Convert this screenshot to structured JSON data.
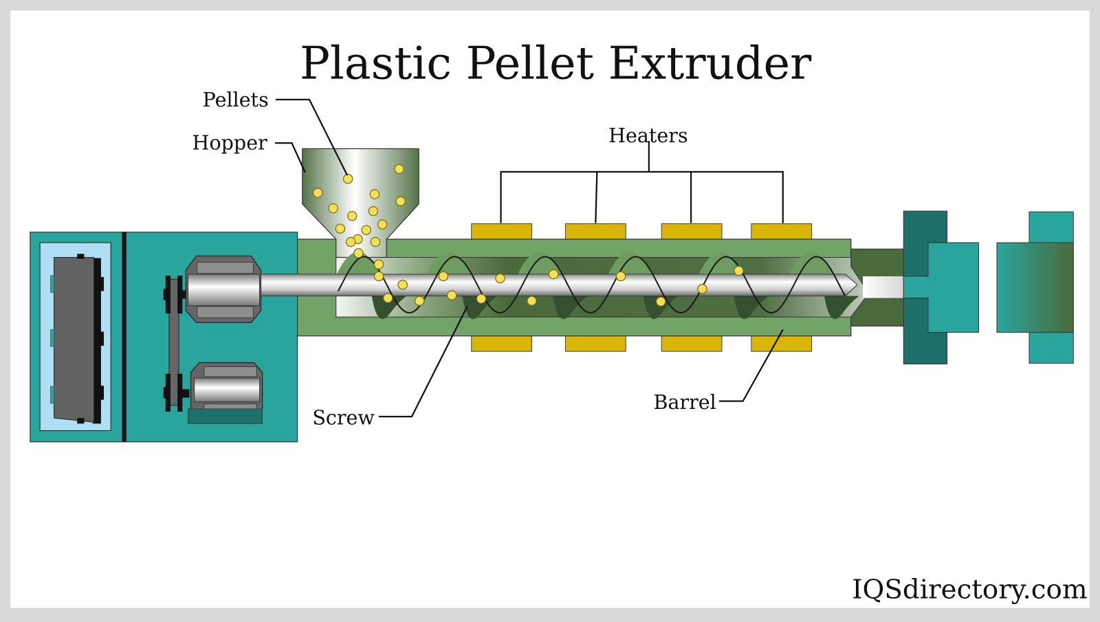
{
  "title": "Plastic Pellet Extruder",
  "labels": {
    "pellets": "Pellets",
    "hopper": "Hopper",
    "heaters": "Heaters",
    "screw": "Screw",
    "barrel": "Barrel"
  },
  "brand": "IQSdirectory.com",
  "colors": {
    "background_frame": "#d9d9d9",
    "canvas": "#ffffff",
    "teal": "#2aa59e",
    "dark_teal": "#1d706a",
    "barrel_green": "#72a367",
    "dark_green": "#4a6a3c",
    "heater_yellow": "#dab50a",
    "pellet_yellow": "#f2df5a",
    "gearbox_light_blue": "#aedff5",
    "motor_gray": "#666666"
  },
  "components": [
    "gearbox",
    "drive-belt",
    "motor",
    "hopper",
    "barrel",
    "screw",
    "heaters",
    "die",
    "mold"
  ]
}
